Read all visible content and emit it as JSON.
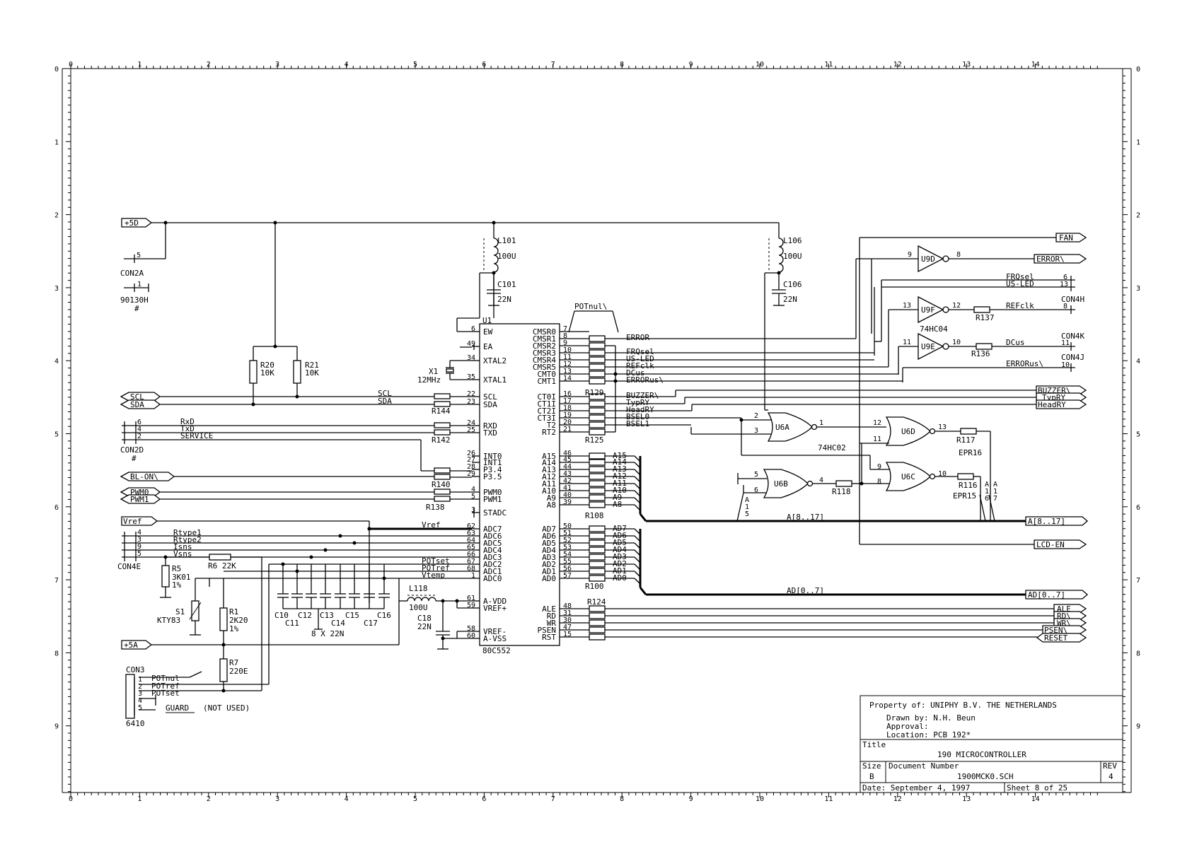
{
  "ruler": {
    "top": [
      "0",
      "1",
      "2",
      "3",
      "4",
      "5",
      "6",
      "7",
      "8",
      "9",
      "10",
      "11",
      "12",
      "13",
      "14"
    ],
    "side": [
      "0",
      "1",
      "2",
      "3",
      "4",
      "5",
      "6",
      "7",
      "8",
      "9"
    ]
  },
  "title_block": {
    "property": "Property of: UNIPHY B.V.  THE NETHERLANDS",
    "drawn_by": "Drawn by: N.H. Beun",
    "approval": "Approval:",
    "location": "Location: PCB 192*",
    "title_label": "Title",
    "title": "190 MICROCONTROLLER",
    "size_label": "Size",
    "size": "B",
    "docnum_label": "Document Number",
    "docnum": "1900MCK0.SCH",
    "rev_label": "REV",
    "rev": "4",
    "date": "Date: September  4, 1997",
    "sheet": "Sheet    8 of   25"
  },
  "mcu": {
    "ref": "U1",
    "part": "80C552",
    "left_pins": [
      {
        "num": "6",
        "name": "EW"
      },
      {
        "num": "49",
        "name": "EA"
      },
      {
        "num": "34",
        "name": "XTAL2"
      },
      {
        "num": "35",
        "name": "XTAL1"
      },
      {
        "num": "22",
        "name": "SCL"
      },
      {
        "num": "23",
        "name": "SDA"
      },
      {
        "num": "24",
        "name": "RXD"
      },
      {
        "num": "25",
        "name": "TXD"
      },
      {
        "num": "26",
        "name": "INT0"
      },
      {
        "num": "27",
        "name": "INT1"
      },
      {
        "num": "28",
        "name": "P3.4"
      },
      {
        "num": "29",
        "name": "P3.5"
      },
      {
        "num": "4",
        "name": "PWM0"
      },
      {
        "num": "5",
        "name": "PWM1"
      },
      {
        "num": "3",
        "name": "STADC"
      },
      {
        "num": "62",
        "name": "ADC7"
      },
      {
        "num": "63",
        "name": "ADC6"
      },
      {
        "num": "64",
        "name": "ADC5"
      },
      {
        "num": "65",
        "name": "ADC4"
      },
      {
        "num": "66",
        "name": "ADC3"
      },
      {
        "num": "67",
        "name": "ADC2"
      },
      {
        "num": "68",
        "name": "ADC1"
      },
      {
        "num": "1",
        "name": "ADC0"
      },
      {
        "num": "61",
        "name": "A-VDD"
      },
      {
        "num": "59",
        "name": "VREF+"
      },
      {
        "num": "58",
        "name": "VREF-"
      },
      {
        "num": "60",
        "name": "A-VSS"
      }
    ],
    "right_pins": [
      {
        "num": "7",
        "name": "CMSR0"
      },
      {
        "num": "8",
        "name": "CMSR1"
      },
      {
        "num": "9",
        "name": "CMSR2"
      },
      {
        "num": "10",
        "name": "CMSR3"
      },
      {
        "num": "11",
        "name": "CMSR4"
      },
      {
        "num": "12",
        "name": "CMSR5"
      },
      {
        "num": "13",
        "name": "CMT0"
      },
      {
        "num": "14",
        "name": "CMT1"
      },
      {
        "num": "16",
        "name": "CT0I"
      },
      {
        "num": "17",
        "name": "CT1I"
      },
      {
        "num": "18",
        "name": "CT2I"
      },
      {
        "num": "19",
        "name": "CT3I"
      },
      {
        "num": "20",
        "name": "T2"
      },
      {
        "num": "21",
        "name": "RT2"
      },
      {
        "num": "46",
        "name": "A15"
      },
      {
        "num": "45",
        "name": "A14"
      },
      {
        "num": "44",
        "name": "A13"
      },
      {
        "num": "43",
        "name": "A12"
      },
      {
        "num": "42",
        "name": "A11"
      },
      {
        "num": "41",
        "name": "A10"
      },
      {
        "num": "40",
        "name": "A9"
      },
      {
        "num": "39",
        "name": "A8"
      },
      {
        "num": "50",
        "name": "AD7"
      },
      {
        "num": "51",
        "name": "AD6"
      },
      {
        "num": "52",
        "name": "AD5"
      },
      {
        "num": "53",
        "name": "AD4"
      },
      {
        "num": "54",
        "name": "AD3"
      },
      {
        "num": "55",
        "name": "AD2"
      },
      {
        "num": "56",
        "name": "AD1"
      },
      {
        "num": "57",
        "name": "AD0"
      },
      {
        "num": "48",
        "name": "ALE"
      },
      {
        "num": "31",
        "name": "RD"
      },
      {
        "num": "30",
        "name": "WR"
      },
      {
        "num": "47",
        "name": "PSEN"
      },
      {
        "num": "15",
        "name": "RST"
      }
    ]
  },
  "nets_right": [
    "ERROR",
    "FRQsel",
    "US-LED",
    "REFclk",
    "DCus",
    "ERRORus\\",
    "BUZZER\\",
    "TypRY",
    "HeadRY",
    "BSEL0",
    "BSEL1"
  ],
  "addr_nets": [
    "A15",
    "A14",
    "A13",
    "A12",
    "A11",
    "A10",
    "A9",
    "A8"
  ],
  "data_nets": [
    "AD7",
    "AD6",
    "AD5",
    "AD4",
    "AD3",
    "AD2",
    "AD1",
    "AD0"
  ],
  "left_labels": {
    "p5d": "+5D",
    "p5a": "+5A",
    "scl": "SCL",
    "sda": "SDA",
    "blon": "BL-ON\\",
    "pwm0": "PWM0",
    "pwm1": "PWM1",
    "vref": "Vref",
    "rxd": "RxD",
    "txd": "TxD",
    "service": "SERVICE",
    "rtype1": "Rtype1",
    "rtype2": "Rtype2",
    "isns": "Isns",
    "vsns": "Vsns",
    "potset": "POTset",
    "potref": "POTref",
    "vtemp": "Vtemp",
    "vref_net": "Vref",
    "potnul": "POTnul\\",
    "scl_net": "SCL",
    "sda_net": "SDA"
  },
  "right_ports": {
    "fan": "FAN",
    "error": "ERROR\\",
    "buzzer": "BUZZER\\",
    "typry": "TypRY",
    "headry": "HeadRY",
    "abus": "A[8..17]",
    "lcden": "LCD-EN",
    "adbus": "AD[0..7]",
    "ale": "ALE",
    "rd": "RD\\",
    "wr": "WR\\",
    "psen": "PSEN\\",
    "reset": "RESET"
  },
  "components": {
    "l101": "L101",
    "l101v": "100U",
    "c101": "C101",
    "c101v": "22N",
    "l106": "L106",
    "l106v": "100U",
    "c106": "C106",
    "c106v": "22N",
    "r20": "R20",
    "r20v": "10K",
    "r21": "R21",
    "r21v": "10K",
    "x1": "X1",
    "x1v": "12MHz",
    "r144": "R144",
    "r142": "R142",
    "r140": "R140",
    "r138": "R138",
    "r129": "R129",
    "r125": "R125",
    "r108": "R108",
    "r100": "R100",
    "r124": "R124",
    "r5": "R5",
    "r5v1": "3K01",
    "r5v2": "1%",
    "r6": "R6 22K",
    "s1": "S1",
    "s1v": "KTY83",
    "r1": "R1",
    "r1v1": "2K20",
    "r1v2": "1%",
    "r7": "R7",
    "r7v": "220E",
    "l118": "L118",
    "l118v": "100U",
    "c18": "C18",
    "c18v": "22N",
    "caps_note": "8 X 22N",
    "cap_row1": [
      "C10",
      "C12",
      "C13",
      "C15",
      "C16"
    ],
    "cap_row2": [
      "C11",
      "C14",
      "C17"
    ],
    "u9d": "U9D",
    "u9f": "U9F",
    "u9e": "U9E",
    "hc04": "74HC04",
    "u6a": "U6A",
    "u6b": "U6B",
    "u6c": "U6C",
    "u6d": "U6D",
    "hc02": "74HC02",
    "r137": "R137",
    "r136": "R136",
    "r117": "R117",
    "r116": "R116",
    "r118": "R118",
    "epr16": "EPR16",
    "epr15": "EPR15",
    "con2a": "CON2A",
    "con90130h": "90130H",
    "hash": "#",
    "con2d": "CON2D",
    "con4e": "CON4E",
    "con3": "CON3",
    "con3part": "6410",
    "con4h": "CON4H",
    "con4k": "CON4K",
    "con4j": "CON4J",
    "con3_pins": [
      "POTnul",
      "POTref",
      "POTset"
    ],
    "guard": "GUARD",
    "not_used": "(NOT USED)",
    "frqsel_r": "FRQsel",
    "usled_r": "US-LED",
    "refclk_r": "REFclk",
    "dcus_r": "DCus",
    "errorus_r": "ERRORus\\",
    "a_bus_label": "A[8..17]",
    "ad_bus_label": "AD[0..7]"
  }
}
